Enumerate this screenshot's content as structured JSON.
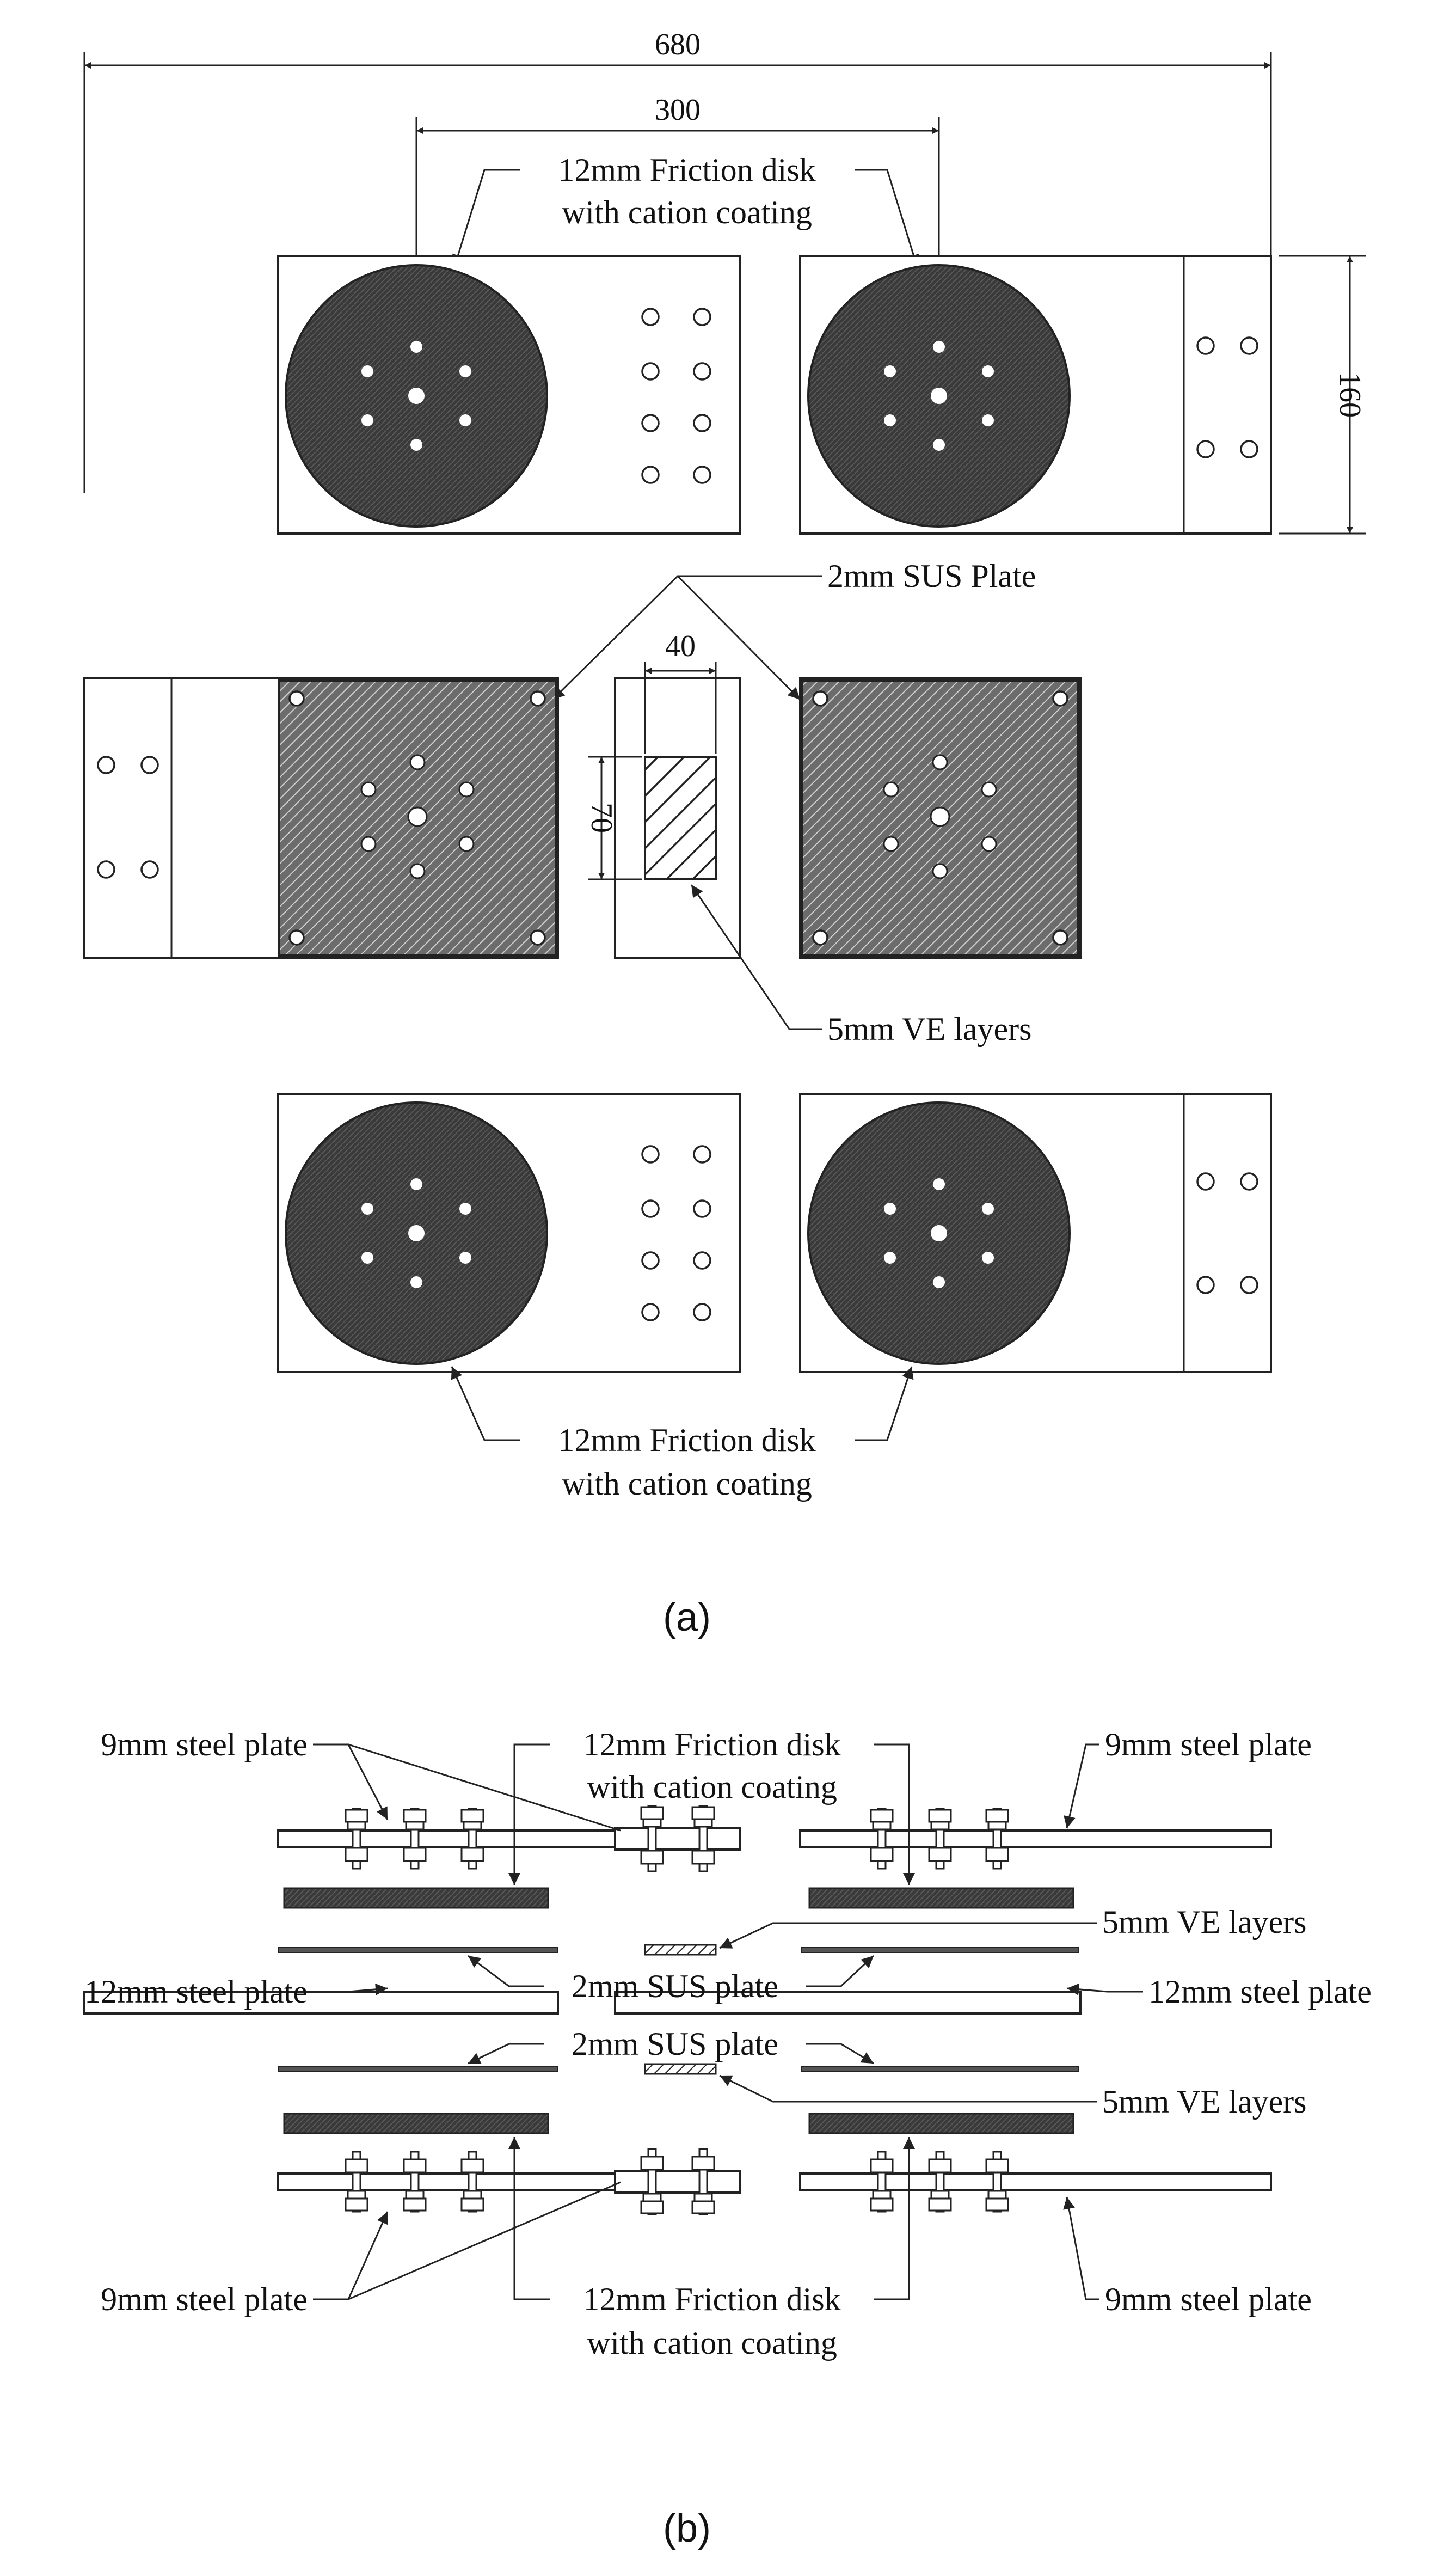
{
  "figure_a": {
    "caption": "(a)",
    "dimensions": {
      "overall_width": "680",
      "disk_span": "300",
      "plate_height": "160",
      "ve_width": "40",
      "ve_height": "70"
    },
    "labels": {
      "friction_disk_top": [
        "12mm Friction disk",
        "with cation coating"
      ],
      "sus_plate": "2mm SUS Plate",
      "ve_layers": "5mm VE layers",
      "friction_disk_bottom": [
        "12mm Friction disk",
        "with cation coating"
      ]
    }
  },
  "figure_b": {
    "caption": "(b)",
    "labels": {
      "steel_9mm_top_left": "9mm steel plate",
      "friction_disk_top": [
        "12mm Friction disk",
        "with cation coating"
      ],
      "steel_9mm_top_right": "9mm steel plate",
      "ve_layers_upper": "5mm VE layers",
      "sus_plate_upper": "2mm SUS plate",
      "steel_12mm_left": "12mm steel plate",
      "steel_12mm_right": "12mm steel plate",
      "sus_plate_lower": "2mm SUS plate",
      "ve_layers_lower": "5mm VE layers",
      "steel_9mm_bottom_left": "9mm steel plate",
      "friction_disk_bottom": [
        "12mm Friction disk",
        "with cation coating"
      ],
      "steel_9mm_bottom_right": "9mm steel plate"
    }
  },
  "colors": {
    "line": "#222222",
    "disk_fill": "#3a3a3a",
    "background": "#ffffff"
  }
}
